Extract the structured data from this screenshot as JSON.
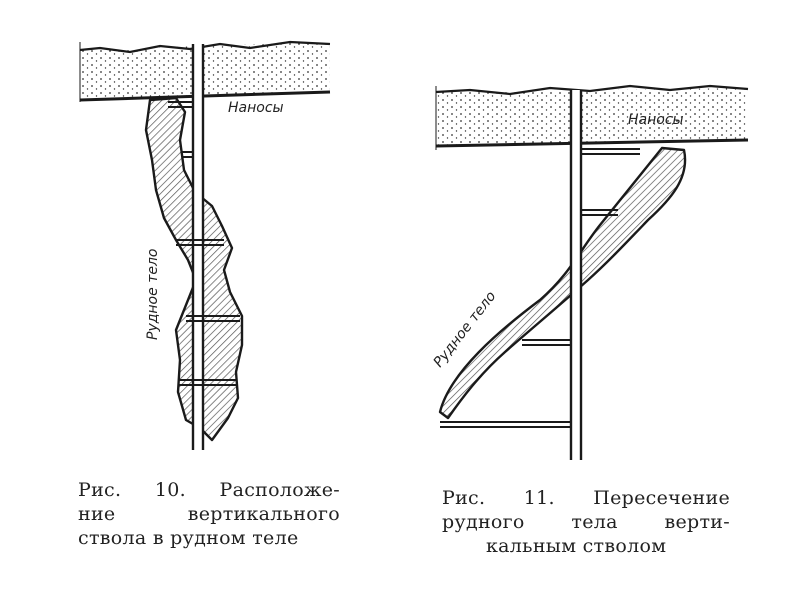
{
  "figures": [
    {
      "id": "fig10",
      "overburden_label": "Наносы",
      "orebody_label": "Рудное тело",
      "caption_lines": [
        "Рис. 10. Расположе-",
        "ние вертикального",
        "ствола в рудном теле"
      ]
    },
    {
      "id": "fig11",
      "overburden_label": "Наносы",
      "orebody_label": "Рудное тело",
      "caption_lines": [
        "Рис. 11. Пересечение",
        "рудного тела верти-",
        "кальным стволом"
      ]
    }
  ],
  "colors": {
    "ink": "#1a1a1a",
    "hatch": "#555555",
    "dots": "#333333"
  }
}
